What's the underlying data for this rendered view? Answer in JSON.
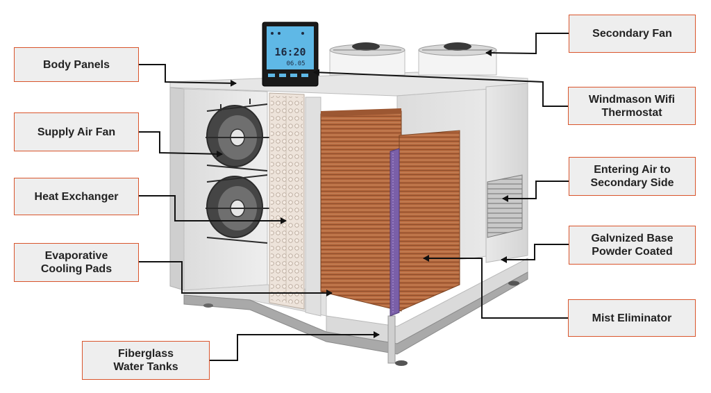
{
  "labels": {
    "body_panels": "Body Panels",
    "supply_air_fan": "Supply Air Fan",
    "heat_exchanger": "Heat Exchanger",
    "evaporative_cooling_pads": "Evaporative\nCooling Pads",
    "fiberglass_water_tanks": "Fiberglass\nWater Tanks",
    "secondary_fan": "Secondary Fan",
    "windmason_wifi_thermostat": "Windmason Wifi\nThermostat",
    "entering_air_secondary_side": "Entering Air to\nSecondary Side",
    "galvanized_base": "Galvnized Base\nPowder Coated",
    "mist_eliminator": "Mist Eliminator"
  },
  "thermostat": {
    "time": "16:20",
    "date": "06.05"
  },
  "colors": {
    "label_border": "#d9542b",
    "label_fill": "#eeeeee",
    "pad_copper": "#b5683f",
    "mist_purple": "#7a5fa8",
    "display_blue": "#5fb8e6"
  }
}
